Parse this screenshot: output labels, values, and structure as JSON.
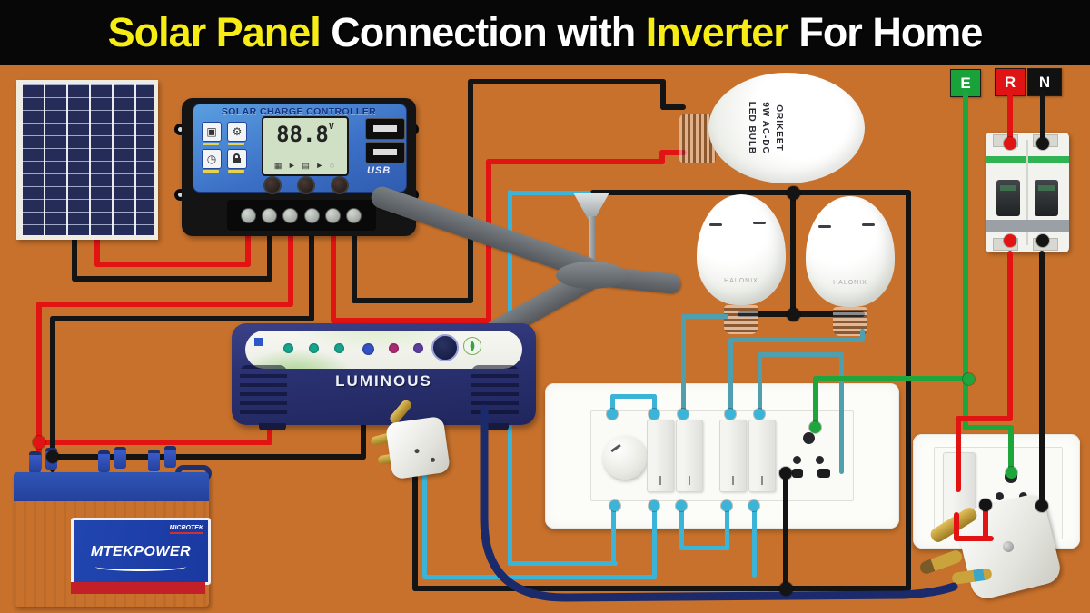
{
  "title": {
    "parts": [
      {
        "text": "Solar Panel ",
        "color": "#f7ec13"
      },
      {
        "text": "Connection with ",
        "color": "#ffffff"
      },
      {
        "text": "Inverter ",
        "color": "#f7ec13"
      },
      {
        "text": "For Home",
        "color": "#ffffff"
      }
    ]
  },
  "palette": {
    "red": "#e21313",
    "black": "#141414",
    "green": "#1ea53c",
    "cyan": "#3cb4d8",
    "teal": "#4f9fae",
    "navy": "#1b2a6b",
    "orange_bg": "#c7712c",
    "title_yellow": "#f7ec13"
  },
  "controller": {
    "title": "SOLAR CHARGE CONTROLLER",
    "lcd_value": "88.8",
    "lcd_unit": "V",
    "lcd_icons": "▦ ► ▤ ► ◌",
    "usb_label": "USB"
  },
  "dc_bulb": {
    "lines": [
      "ORIKEET",
      "9W AC-DC",
      "LED BULB"
    ]
  },
  "bulbs": {
    "brand": "HALONIX"
  },
  "inverter": {
    "brand": "LUMINOUS"
  },
  "battery": {
    "brand": "MTEKPOWER",
    "maker": "MICROTEK"
  },
  "labels": {
    "earth": "E",
    "live": "R",
    "neutral": "N"
  },
  "wires": [
    {
      "name": "panel-negative",
      "color": "black",
      "layer": "low",
      "rects": [
        [
          79,
          256,
          6,
          54
        ],
        [
          79,
          304,
          221,
          6
        ],
        [
          294,
          250,
          6,
          60
        ]
      ]
    },
    {
      "name": "panel-positive",
      "color": "red",
      "layer": "low",
      "rects": [
        [
          104,
          256,
          6,
          38
        ],
        [
          104,
          288,
          172,
          6
        ],
        [
          270,
          250,
          6,
          44
        ]
      ]
    },
    {
      "name": "battery-positive",
      "color": "red",
      "layer": "low",
      "rects": [
        [
          317,
          250,
          6,
          88
        ],
        [
          40,
          332,
          283,
          6
        ],
        [
          40,
          332,
          6,
          186
        ],
        [
          40,
          484,
          260,
          6
        ],
        [
          294,
          450,
          6,
          40
        ]
      ]
    },
    {
      "name": "battery-negative",
      "color": "black",
      "layer": "low",
      "rects": [
        [
          340,
          250,
          6,
          104
        ],
        [
          55,
          348,
          291,
          6
        ],
        [
          55,
          348,
          6,
          172
        ],
        [
          55,
          500,
          348,
          6
        ],
        [
          397,
          450,
          6,
          56
        ]
      ]
    },
    {
      "name": "load-positive",
      "color": "red",
      "layer": "low",
      "rects": [
        [
          364,
          250,
          6,
          106
        ],
        [
          364,
          350,
          177,
          6
        ],
        [
          535,
          175,
          6,
          181
        ],
        [
          535,
          175,
          197,
          6
        ],
        [
          726,
          165,
          6,
          16
        ],
        [
          726,
          165,
          30,
          6
        ]
      ]
    },
    {
      "name": "load-negative",
      "color": "black",
      "layer": "low",
      "rects": [
        [
          387,
          250,
          6,
          84
        ],
        [
          387,
          328,
          134,
          6
        ],
        [
          515,
          87,
          6,
          247
        ],
        [
          515,
          87,
          218,
          6
        ],
        [
          727,
          87,
          6,
          34
        ],
        [
          727,
          115,
          28,
          6
        ]
      ]
    },
    {
      "name": "ac-neutral-run",
      "color": "black",
      "layer": "low",
      "rects": [
        [
          650,
          209,
          353,
          6
        ],
        [
          650,
          209,
          6,
          26
        ],
        [
          997,
          209,
          6,
          442
        ],
        [
          454,
          645,
          549,
          6
        ],
        [
          454,
          523,
          6,
          128
        ]
      ]
    },
    {
      "name": "bulb-neutral-link",
      "color": "black",
      "layer": "low",
      "rects": [
        [
          870,
          209,
          6,
          140
        ],
        [
          812,
          343,
          140,
          6
        ]
      ]
    },
    {
      "name": "fan-switch-wire",
      "color": "cyan",
      "layer": "low",
      "rects": [
        [
          559,
          210,
          92,
          5
        ],
        [
          559,
          209,
          5,
          414
        ],
        [
          559,
          618,
          121,
          5
        ]
      ]
    },
    {
      "name": "plug-switch-wire",
      "color": "cyan",
      "layer": "low",
      "rects": [
        [
          465,
          520,
          5,
          116
        ],
        [
          465,
          633,
          258,
          5
        ]
      ]
    },
    {
      "name": "fan-switch-drop",
      "color": "cyan",
      "layer": "high",
      "rects": [
        [
          673,
          556,
          5,
          67
        ]
      ]
    },
    {
      "name": "plug-switch-drop",
      "color": "cyan",
      "layer": "high",
      "rects": [
        [
          718,
          556,
          5,
          82
        ]
      ]
    },
    {
      "name": "board-link-wire",
      "color": "cyan",
      "layer": "high",
      "rects": [
        [
          748,
          556,
          5,
          50
        ],
        [
          748,
          601,
          55,
          5
        ],
        [
          798,
          556,
          5,
          50
        ]
      ]
    },
    {
      "name": "spare-wire",
      "color": "cyan",
      "layer": "high",
      "rects": [
        [
          828,
          556,
          5,
          80
        ]
      ]
    },
    {
      "name": "switch-jumper",
      "color": "cyan",
      "layer": "high",
      "rects": [
        [
          672,
          434,
          51,
          5
        ],
        [
          672,
          434,
          5,
          24
        ],
        [
          718,
          434,
          5,
          24
        ]
      ]
    },
    {
      "name": "bulb2-switch-wire",
      "color": "teal",
      "layer": "high",
      "rects": [
        [
          750,
          346,
          52,
          5
        ],
        [
          750,
          346,
          5,
          112
        ]
      ]
    },
    {
      "name": "bulb3-switch-wire",
      "color": "teal",
      "layer": "high",
      "rects": [
        [
          947,
          362,
          5,
          14
        ],
        [
          802,
          372,
          150,
          5
        ],
        [
          802,
          372,
          5,
          86
        ]
      ]
    },
    {
      "name": "socket-switch-wire",
      "color": "teal",
      "layer": "high",
      "rects": [
        [
          834,
          388,
          5,
          70
        ],
        [
          834,
          388,
          95,
          5
        ],
        [
          924,
          388,
          5,
          134
        ]
      ]
    },
    {
      "name": "live-R-top",
      "color": "red",
      "layer": "high",
      "rects": [
        [
          1109,
          100,
          6,
          56
        ]
      ]
    },
    {
      "name": "neutral-N-top",
      "color": "black",
      "layer": "high",
      "rects": [
        [
          1145,
          100,
          6,
          56
        ]
      ]
    },
    {
      "name": "mcb-neutral-out",
      "color": "black",
      "layer": "high",
      "rects": [
        [
          1144,
          276,
          6,
          286
        ]
      ]
    },
    {
      "name": "earth-wire",
      "color": "green",
      "layer": "high",
      "rects": [
        [
          1060,
          100,
          6,
          374
        ],
        [
          895,
          414,
          171,
          6
        ],
        [
          895,
          414,
          6,
          58
        ],
        [
          1060,
          468,
          56,
          6
        ],
        [
          1110,
          468,
          6,
          54
        ]
      ]
    },
    {
      "name": "mcb-live-out",
      "color": "red",
      "layer": "high",
      "rects": [
        [
          1109,
          276,
          6,
          186
        ],
        [
          1052,
          458,
          63,
          6
        ],
        [
          1052,
          458,
          6,
          84
        ],
        [
          1050,
          564,
          6,
          32
        ],
        [
          1050,
          590,
          44,
          6
        ],
        [
          1082,
          552,
          6,
          44
        ]
      ]
    },
    {
      "name": "socket-neutral-drop",
      "color": "black",
      "layer": "high",
      "rects": [
        [
          862,
          521,
          6,
          130
        ]
      ]
    }
  ],
  "dots": [
    [
      873,
      212,
      "black",
      15
    ],
    [
      873,
      346,
      "black",
      15
    ],
    [
      865,
      648,
      "black",
      15
    ],
    [
      865,
      521,
      "black",
      14
    ],
    [
      1085,
      556,
      "black",
      14
    ],
    [
      1147,
      557,
      "black",
      14
    ],
    [
      58,
      503,
      "black",
      14
    ],
    [
      43,
      487,
      "red",
      14
    ],
    [
      1112,
      158,
      "red",
      14
    ],
    [
      1112,
      265,
      "red",
      14
    ],
    [
      1148,
      158,
      "black",
      14
    ],
    [
      1148,
      265,
      "black",
      14
    ],
    [
      1066,
      417,
      "green",
      13
    ],
    [
      897,
      470,
      "green",
      13
    ],
    [
      1113,
      520,
      "green",
      13
    ],
    [
      674,
      456,
      "cyan",
      12
    ],
    [
      720,
      456,
      "cyan",
      12
    ],
    [
      752,
      456,
      "cyan",
      12
    ],
    [
      804,
      456,
      "cyan",
      12
    ],
    [
      836,
      456,
      "cyan",
      12
    ],
    [
      677,
      557,
      "cyan",
      12
    ],
    [
      720,
      557,
      "cyan",
      12
    ],
    [
      750,
      557,
      "cyan",
      12
    ],
    [
      800,
      557,
      "cyan",
      12
    ],
    [
      830,
      557,
      "cyan",
      12
    ]
  ]
}
